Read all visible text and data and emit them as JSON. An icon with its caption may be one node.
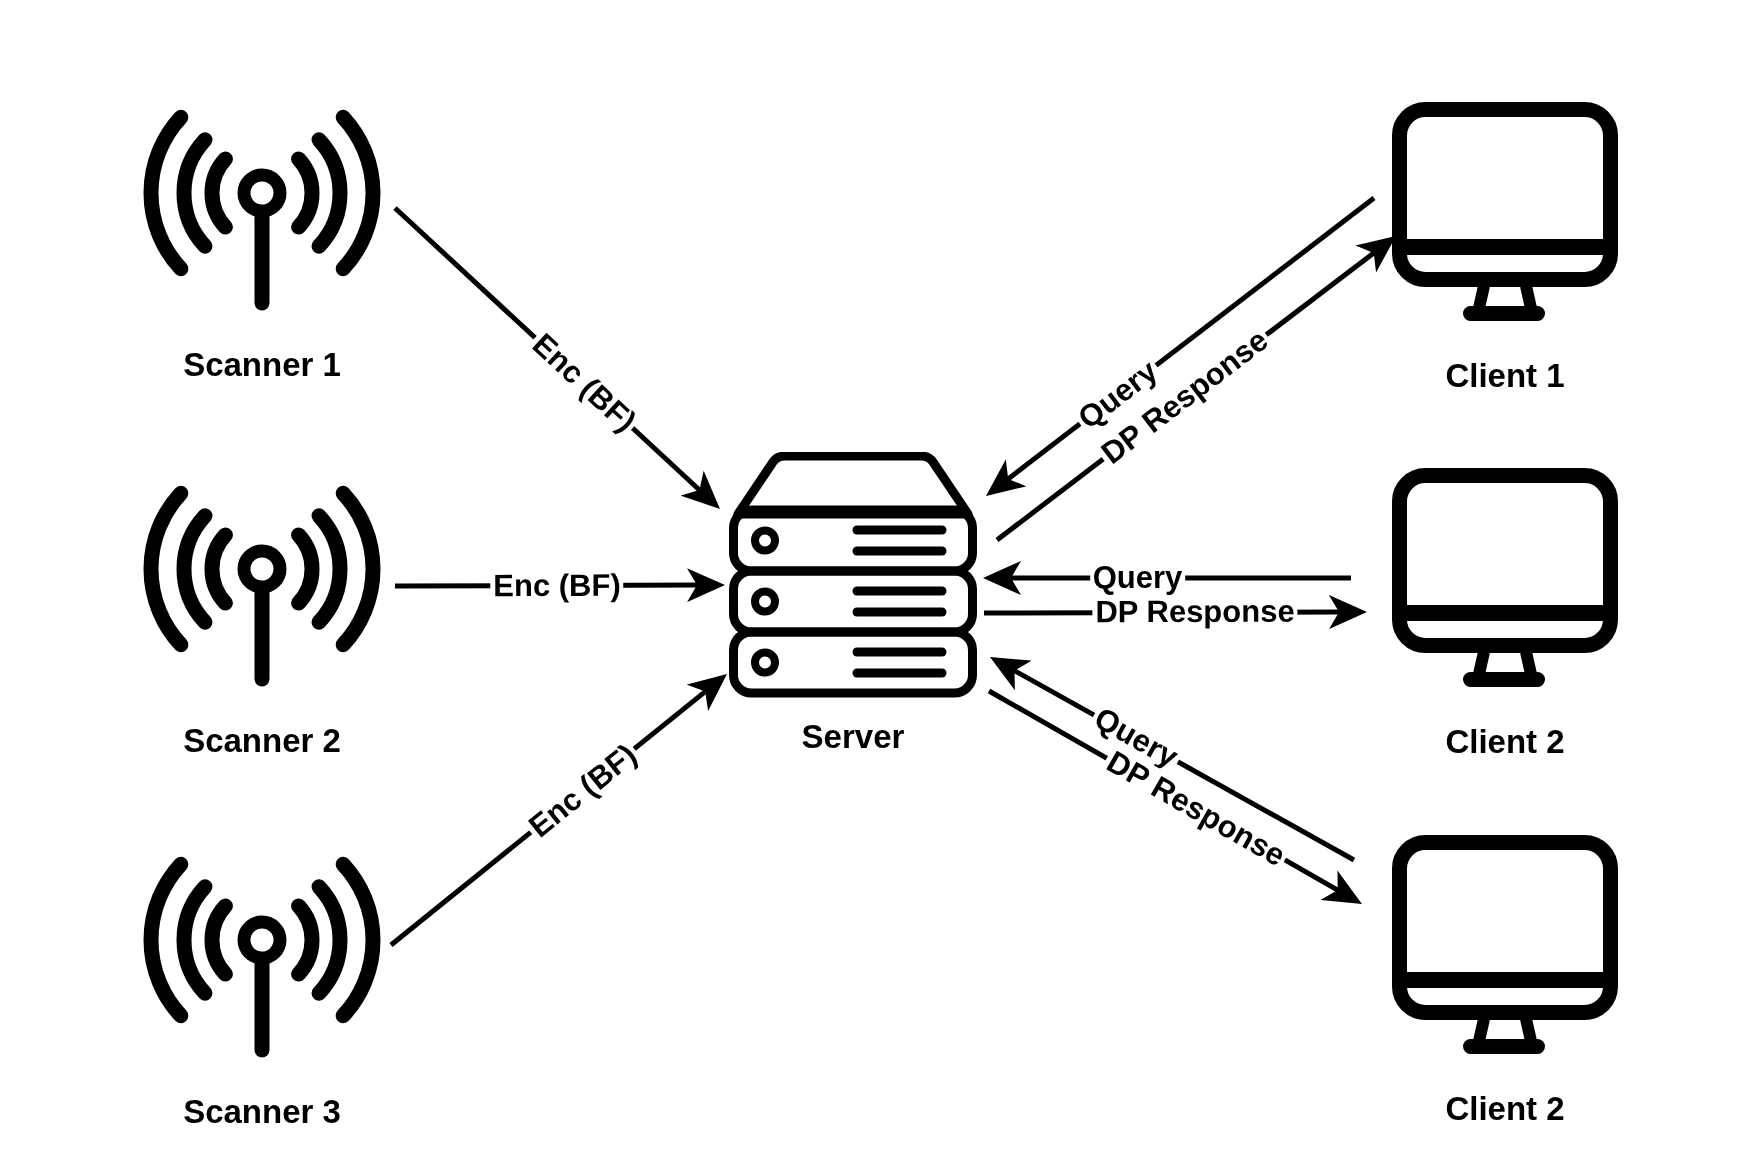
{
  "diagram": {
    "nodes": [
      {
        "text": [
          "Scanner 1"
        ]
      },
      {
        "text": [
          "Scanner 2"
        ]
      },
      {
        "text": [
          "Scanner 3"
        ]
      },
      {
        "text": [
          "Server"
        ]
      },
      {
        "text": [
          "Client 1"
        ]
      },
      {
        "text": [
          "Client 2"
        ]
      },
      {
        "text": [
          "Client 2"
        ]
      }
    ],
    "edges": [
      {
        "from": 0,
        "to": 3,
        "arrow": "to",
        "label": "Enc (BF)"
      },
      {
        "from": 1,
        "to": 3,
        "arrow": "to",
        "label": "Enc (BF)"
      },
      {
        "from": 2,
        "to": 3,
        "arrow": "to",
        "label": "Enc (BF)"
      },
      {
        "from": 4,
        "to": 3,
        "arrow": "to",
        "label": "Query"
      },
      {
        "from": 3,
        "to": 4,
        "arrow": "to",
        "label": "DP Response"
      },
      {
        "from": 5,
        "to": 3,
        "arrow": "to",
        "label": "Query"
      },
      {
        "from": 3,
        "to": 5,
        "arrow": "to",
        "label": "DP Response"
      },
      {
        "from": 6,
        "to": 3,
        "arrow": "to",
        "label": "Query"
      },
      {
        "from": 3,
        "to": 6,
        "arrow": "to",
        "label": "DP Response"
      }
    ]
  }
}
